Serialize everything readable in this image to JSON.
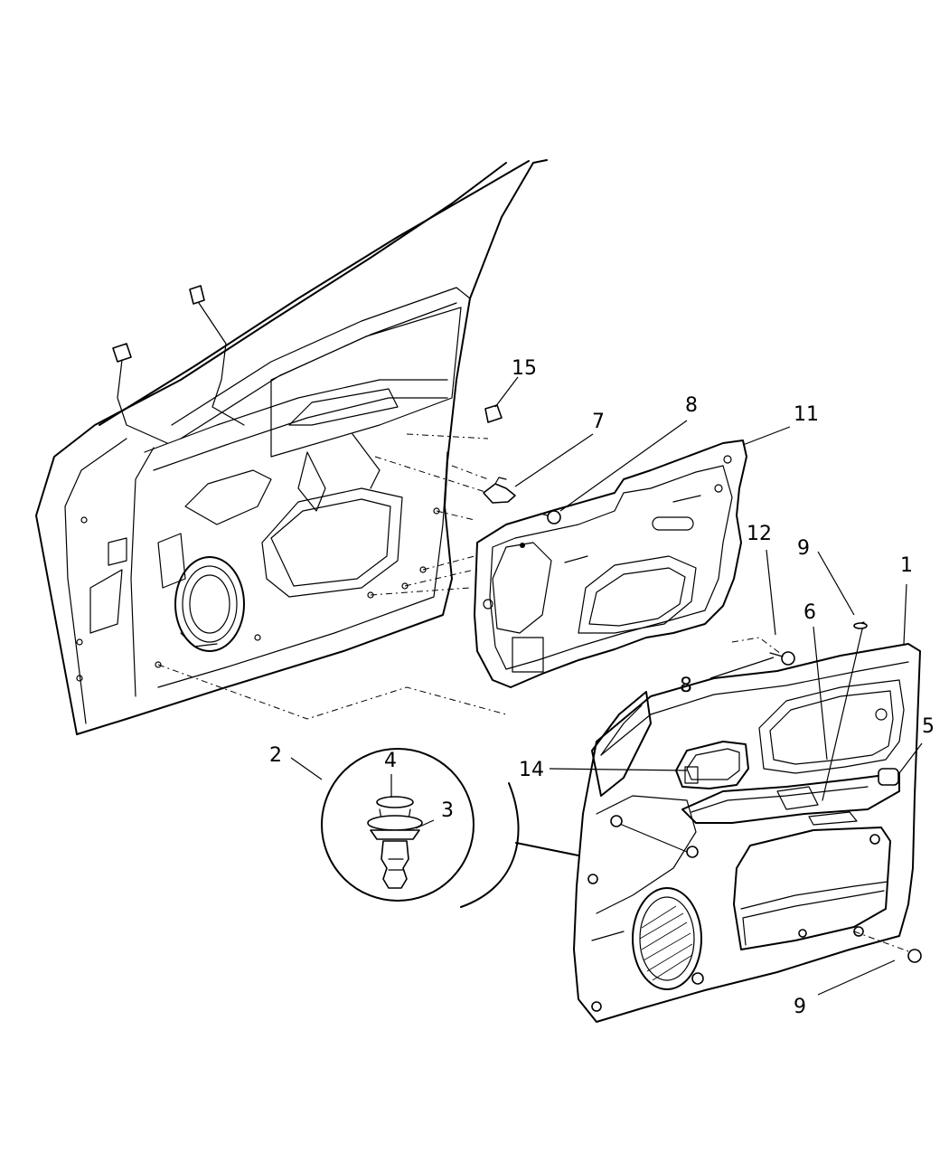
{
  "callouts": [
    {
      "id": "c1",
      "label": "1"
    },
    {
      "id": "c2",
      "label": "2"
    },
    {
      "id": "c3",
      "label": "3"
    },
    {
      "id": "c4",
      "label": "4"
    },
    {
      "id": "c5",
      "label": "5"
    },
    {
      "id": "c6",
      "label": "6"
    },
    {
      "id": "c7",
      "label": "7"
    },
    {
      "id": "c8a",
      "label": "8"
    },
    {
      "id": "c8b",
      "label": "8"
    },
    {
      "id": "c9a",
      "label": "9"
    },
    {
      "id": "c9b",
      "label": "9"
    },
    {
      "id": "c11",
      "label": "11"
    },
    {
      "id": "c12",
      "label": "12"
    },
    {
      "id": "c14",
      "label": "14"
    },
    {
      "id": "c15",
      "label": "15"
    }
  ]
}
